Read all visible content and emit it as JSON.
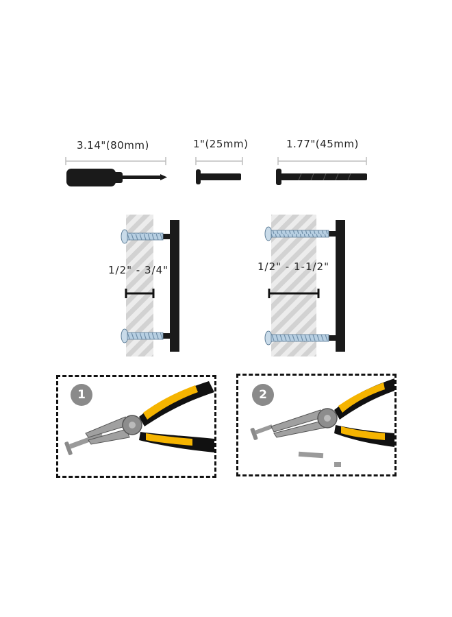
{
  "sizes": [
    {
      "label": "3.14\"(80mm)"
    },
    {
      "label": "1\"(25mm)"
    },
    {
      "label": "1.77\"(45mm)"
    }
  ],
  "installs": [
    {
      "thickness_label": "1/2\" - 3/4\""
    },
    {
      "thickness_label": "1/2\" - 1-1/2\""
    }
  ],
  "steps": [
    {
      "number": "1"
    },
    {
      "number": "2"
    }
  ],
  "colors": {
    "handle_black": "#1a1a1a",
    "plier_yellow": "#f5b400",
    "plier_grey": "#9a9a9a",
    "screw_blue": "#a9c6dd",
    "hatch": "#d6d6d6",
    "badge": "#8a8a8a"
  }
}
